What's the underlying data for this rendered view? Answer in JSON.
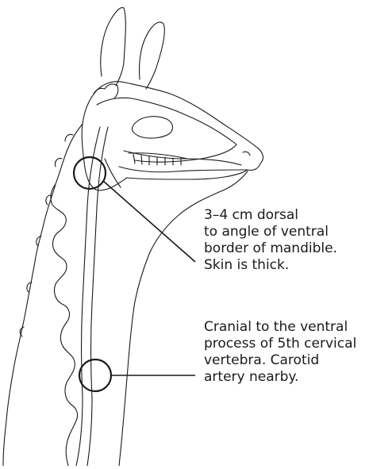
{
  "figure": {
    "labels": {
      "upper": [
        "3–4 cm dorsal",
        "to angle of ventral",
        "border of mandible.",
        "Skin is thick."
      ],
      "lower": [
        "Cranial to the ventral",
        "process of 5th cervical",
        "vertebra. Carotid",
        "artery nearby."
      ]
    }
  }
}
